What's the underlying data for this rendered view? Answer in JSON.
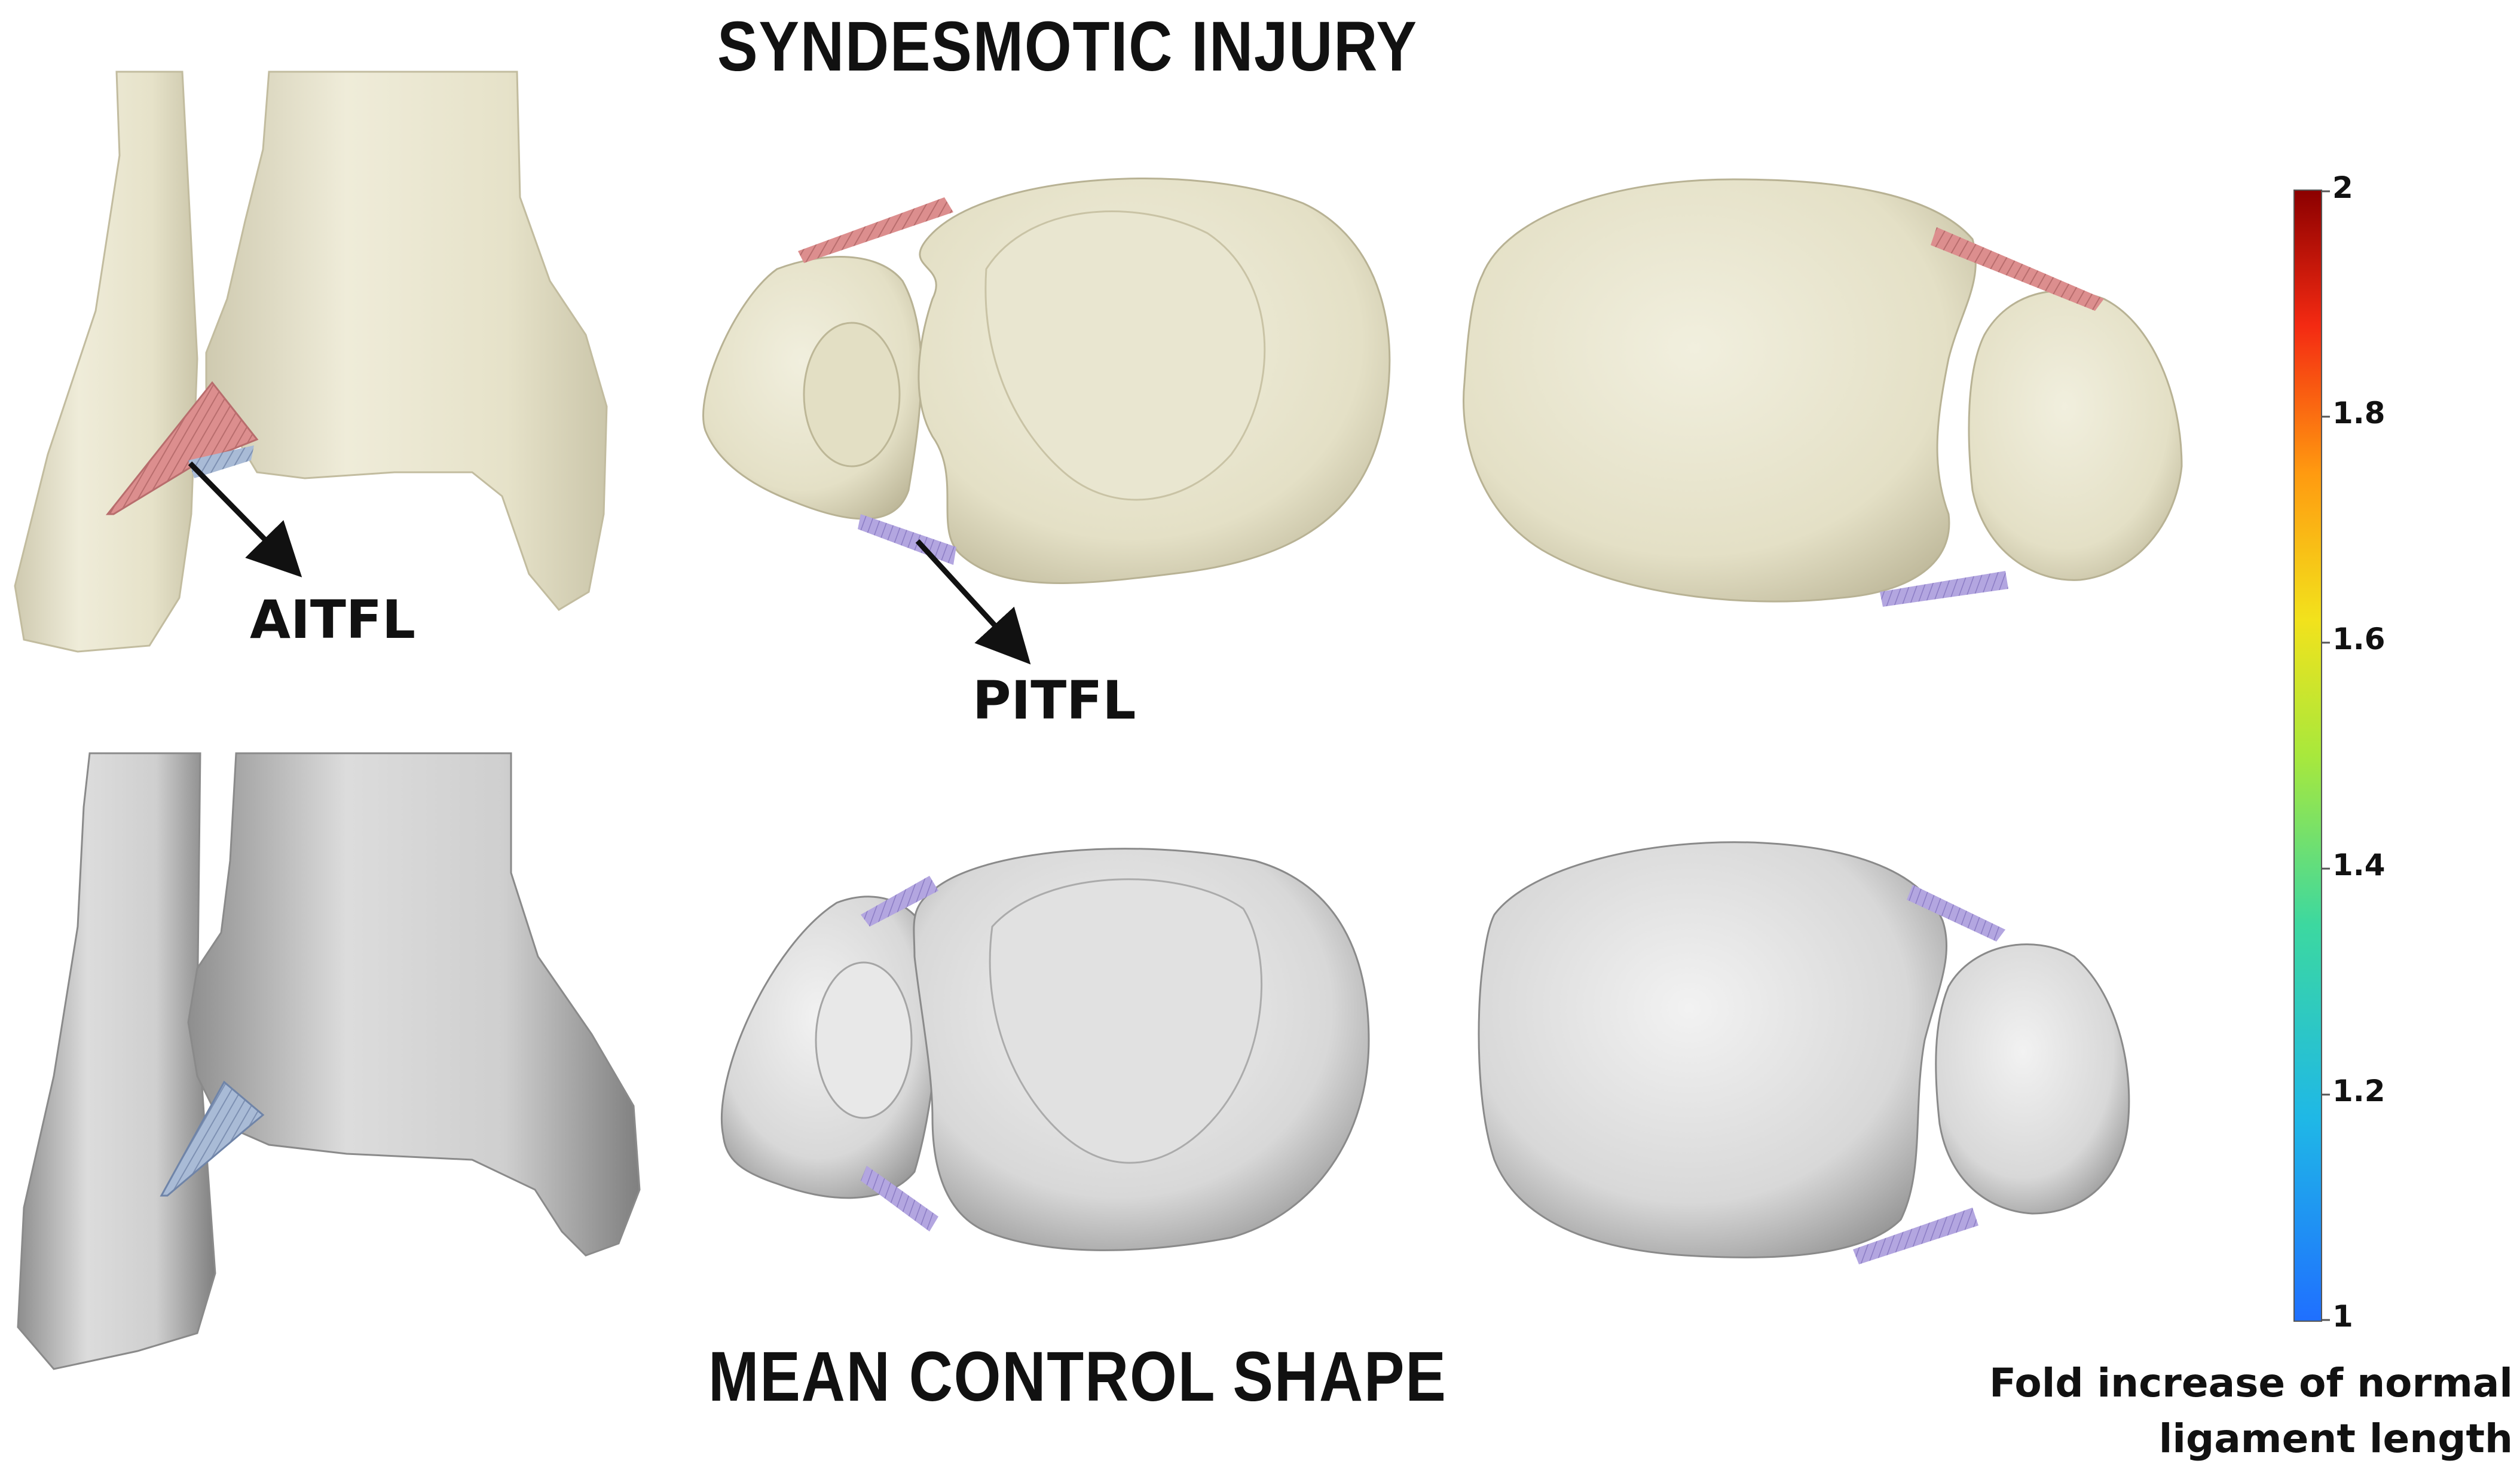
{
  "titles": {
    "top": "SYNDESMOTIC INJURY",
    "bottom": "MEAN CONTROL SHAPE"
  },
  "labels": {
    "aitfl": "AITFL",
    "pitfl": "PITFL"
  },
  "colorbar": {
    "ticks": [
      "2",
      "1.8",
      "1.6",
      "1.4",
      "1.2",
      "1"
    ],
    "caption_line1": "Fold increase of normal",
    "caption_line2": "ligament length",
    "min_color": "#1f6fff",
    "max_color": "#8b0000"
  },
  "colors": {
    "injury_bone": "#ebe8d4",
    "control_bone": "#e2e2e2",
    "ligament_stretched": "#d98b8b",
    "ligament_normal": "#9aa9c9",
    "ligament_purple": "#a99ad8"
  }
}
